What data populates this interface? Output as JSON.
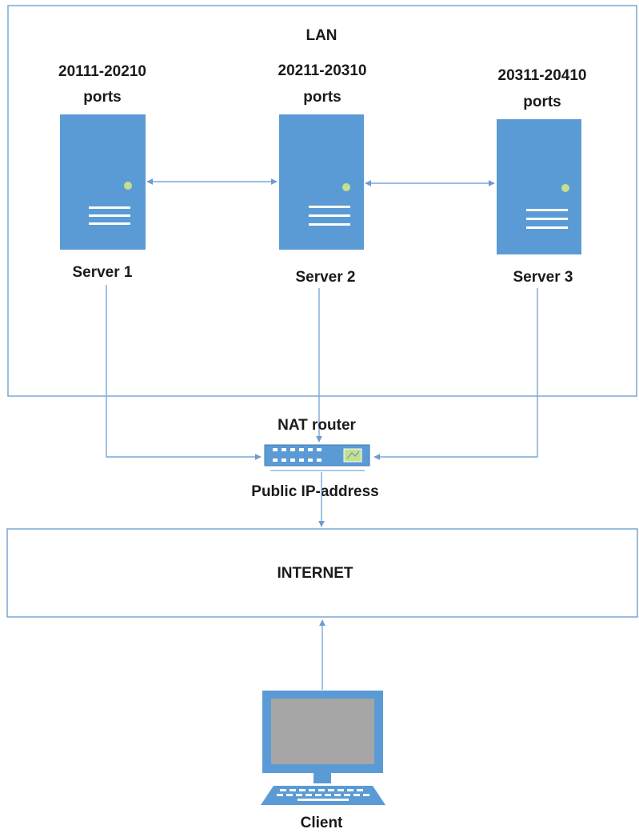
{
  "lan": {
    "label": "LAN"
  },
  "servers": [
    {
      "ports_range": "20111-20210",
      "ports_word": "ports",
      "name": "Server 1"
    },
    {
      "ports_range": "20211-20310",
      "ports_word": "ports",
      "name": "Server 2"
    },
    {
      "ports_range": "20311-20410",
      "ports_word": "ports",
      "name": "Server 3"
    }
  ],
  "router": {
    "title": "NAT router",
    "address_label": "Public IP-address"
  },
  "internet": {
    "label": "INTERNET"
  },
  "client": {
    "label": "Client"
  },
  "colors": {
    "server_fill": "#5b9bd5",
    "server_led": "#c6e08a",
    "line": "#7aa7d6",
    "border": "#7aa7d6",
    "monitor_screen": "#a6a6a6"
  }
}
